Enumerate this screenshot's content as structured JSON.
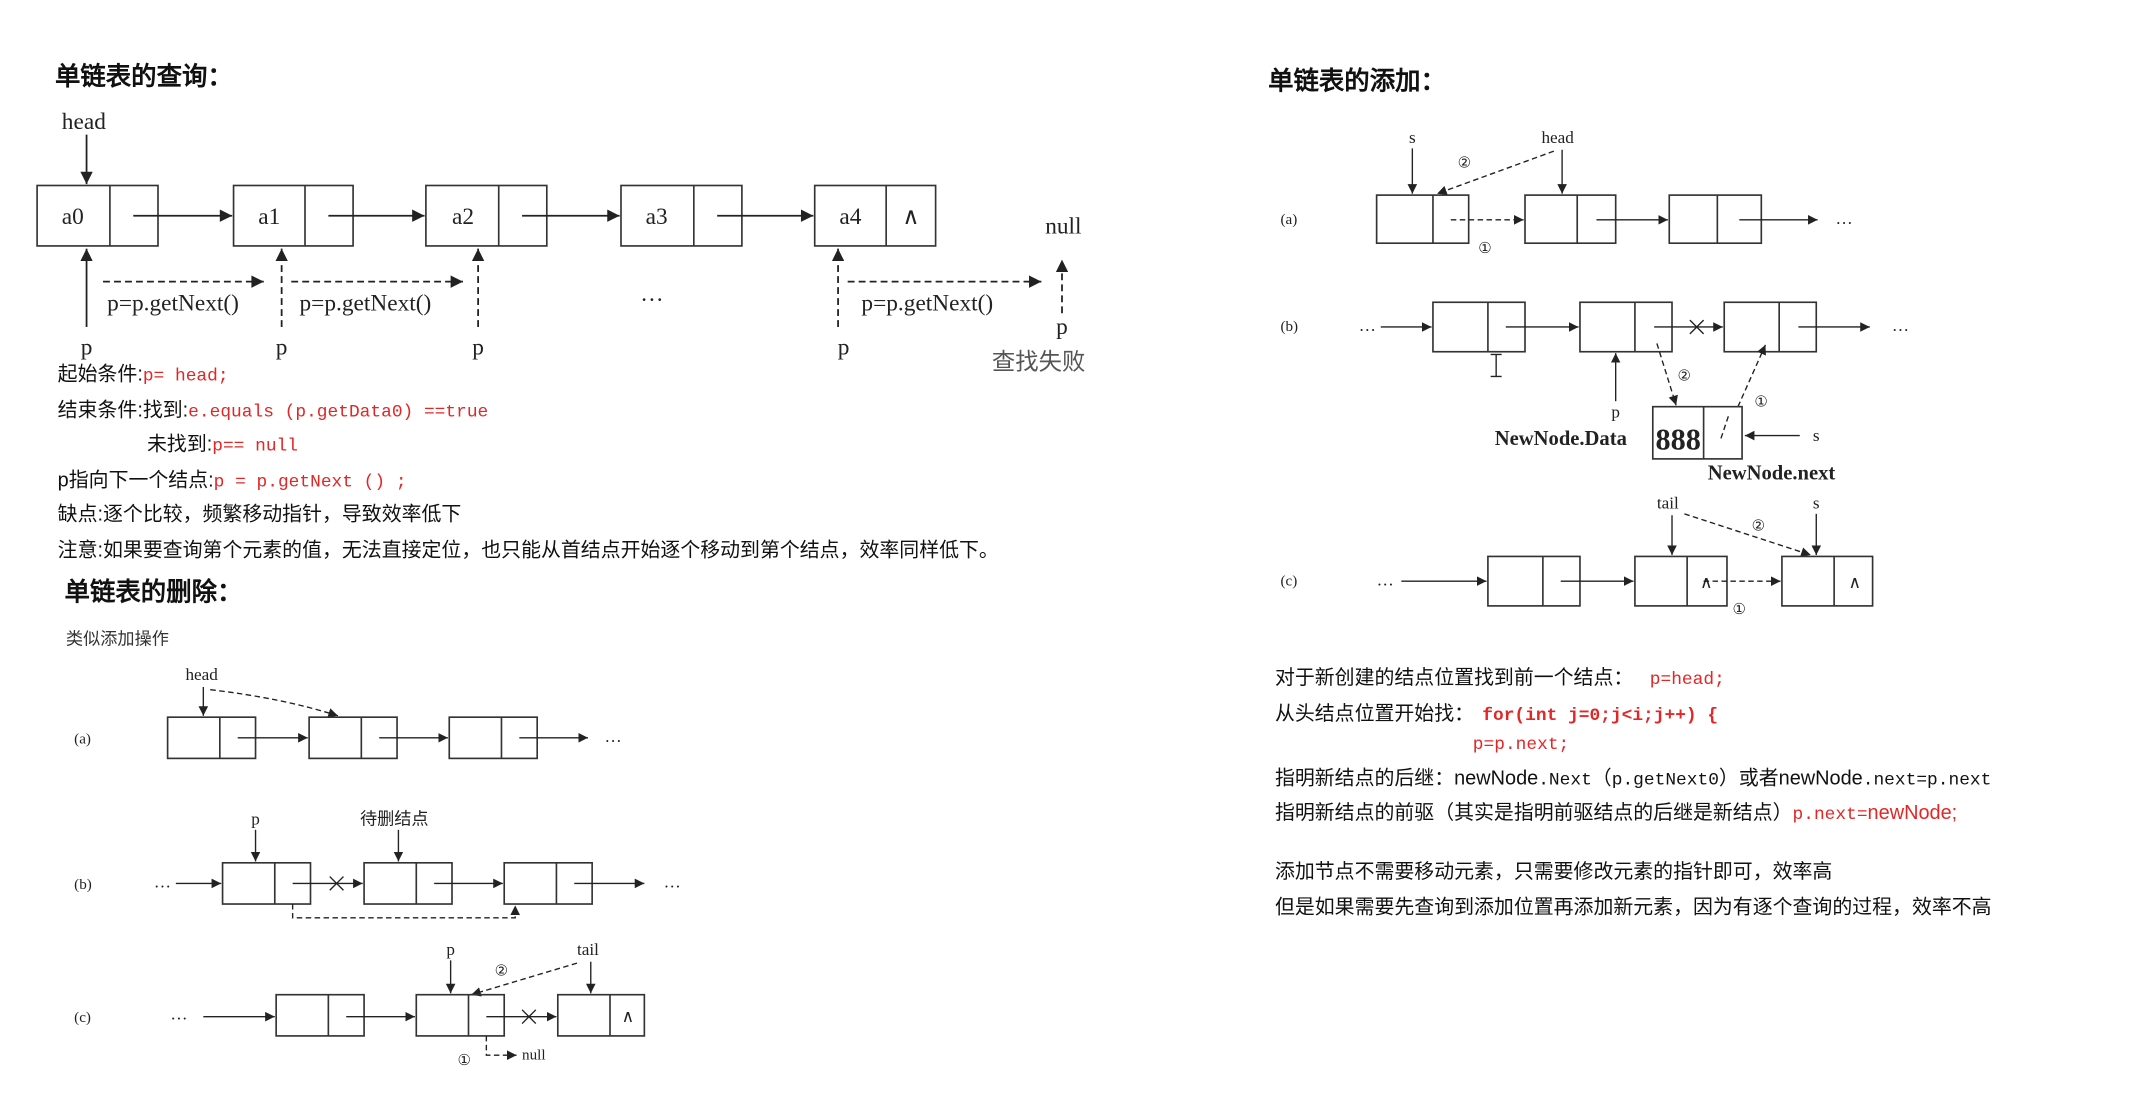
{
  "query": {
    "title": "单链表的查询：",
    "diagram": {
      "head_label": "head",
      "nodes": [
        "a0",
        "a1",
        "a2",
        "a3",
        "a4"
      ],
      "end_marker": "∧",
      "null_label": "null",
      "step_label": "p=p.getNext()",
      "ellipsis": "…",
      "pointer_label": "p",
      "fail_label": "查找失败"
    },
    "notes": {
      "start_label": "起始条件:",
      "start_code": "p= head;",
      "end_label": "结束条件:找到:",
      "end_code": "e.equals (p.getData0) ==true",
      "notfound_label": "未找到:",
      "notfound_code": "p== null",
      "next_label": "p指向下一个结点:",
      "next_code": "p = p.getNext () ;",
      "drawback": "缺点:逐个比较，频繁移动指针，导致效率低下",
      "note": "注意:如果要查询第个元素的值，无法直接定位，也只能从首结点开始逐个移动到第个结点，效率同样低下。"
    }
  },
  "delete": {
    "title": "单链表的删除：",
    "subtitle": "类似添加操作",
    "diagram_a": {
      "tag": "(a)",
      "head_label": "head",
      "ellipsis": "…"
    },
    "diagram_b": {
      "tag": "(b)",
      "pointer_label": "p",
      "target_label": "待删结点",
      "ellipsis": "…"
    },
    "diagram_c": {
      "tag": "(c)",
      "pointer_label": "p",
      "tail_label": "tail",
      "step_1": "①",
      "step_2": "②",
      "null_label": "null",
      "end_marker": "∧",
      "ellipsis": "…"
    }
  },
  "add": {
    "title": "单链表的添加：",
    "diagram_a": {
      "tag": "(a)",
      "new_label": "s",
      "head_label": "head",
      "step_1": "①",
      "step_2": "②",
      "ellipsis": "…"
    },
    "diagram_b": {
      "tag": "(b)",
      "pointer_label": "p",
      "new_label": "s",
      "new_value": "888",
      "step_1": "①",
      "step_2": "②",
      "data_caption": "NewNode.Data",
      "next_caption": "NewNode.next",
      "ellipsis": "…"
    },
    "diagram_c": {
      "tag": "(c)",
      "tail_label": "tail",
      "new_label": "s",
      "step_1": "①",
      "step_2": "②",
      "end_marker": "∧",
      "ellipsis": "…"
    },
    "notes": {
      "find_prev_label": "对于新创建的结点位置找到前一个结点：",
      "find_prev_code": "p=head;",
      "loop_label": "从头结点位置开始找：",
      "loop_code": "for(int j=0;j<i;j++) {",
      "loop_body": "p=p.next;",
      "successor_parts": [
        "指明新结点的后继：newNode",
        ".Next",
        "（",
        "p.getNext0",
        "）或者newNode",
        ".next=p.next"
      ],
      "predecessor_label": "指明新结点的前驱（其实是指明前驱结点的后继是新结点）",
      "predecessor_code": "p.next=",
      "predecessor_code_tail": "newNode;",
      "summary_1": "添加节点不需要移动元素，只需要修改元素的指针即可，效率高",
      "summary_2": "但是如果需要先查询到添加位置再添加新元素，因为有逐个查询的过程，效率不高"
    }
  },
  "colors": {
    "code_red": "#e32626",
    "caption_red": "#e8201f",
    "ink": "#222222"
  }
}
